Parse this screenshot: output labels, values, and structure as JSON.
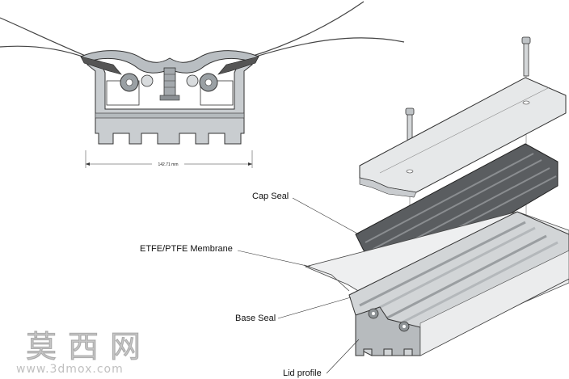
{
  "dimension": "142.71 mm",
  "labels": {
    "cap_seal": "Cap Seal",
    "membrane": "ETFE/PTFE Membrane",
    "base_seal": "Base Seal",
    "lid_profile": "Lid profile"
  },
  "watermark": {
    "chinese": "莫西网",
    "url": "www.3dmox.com"
  }
}
